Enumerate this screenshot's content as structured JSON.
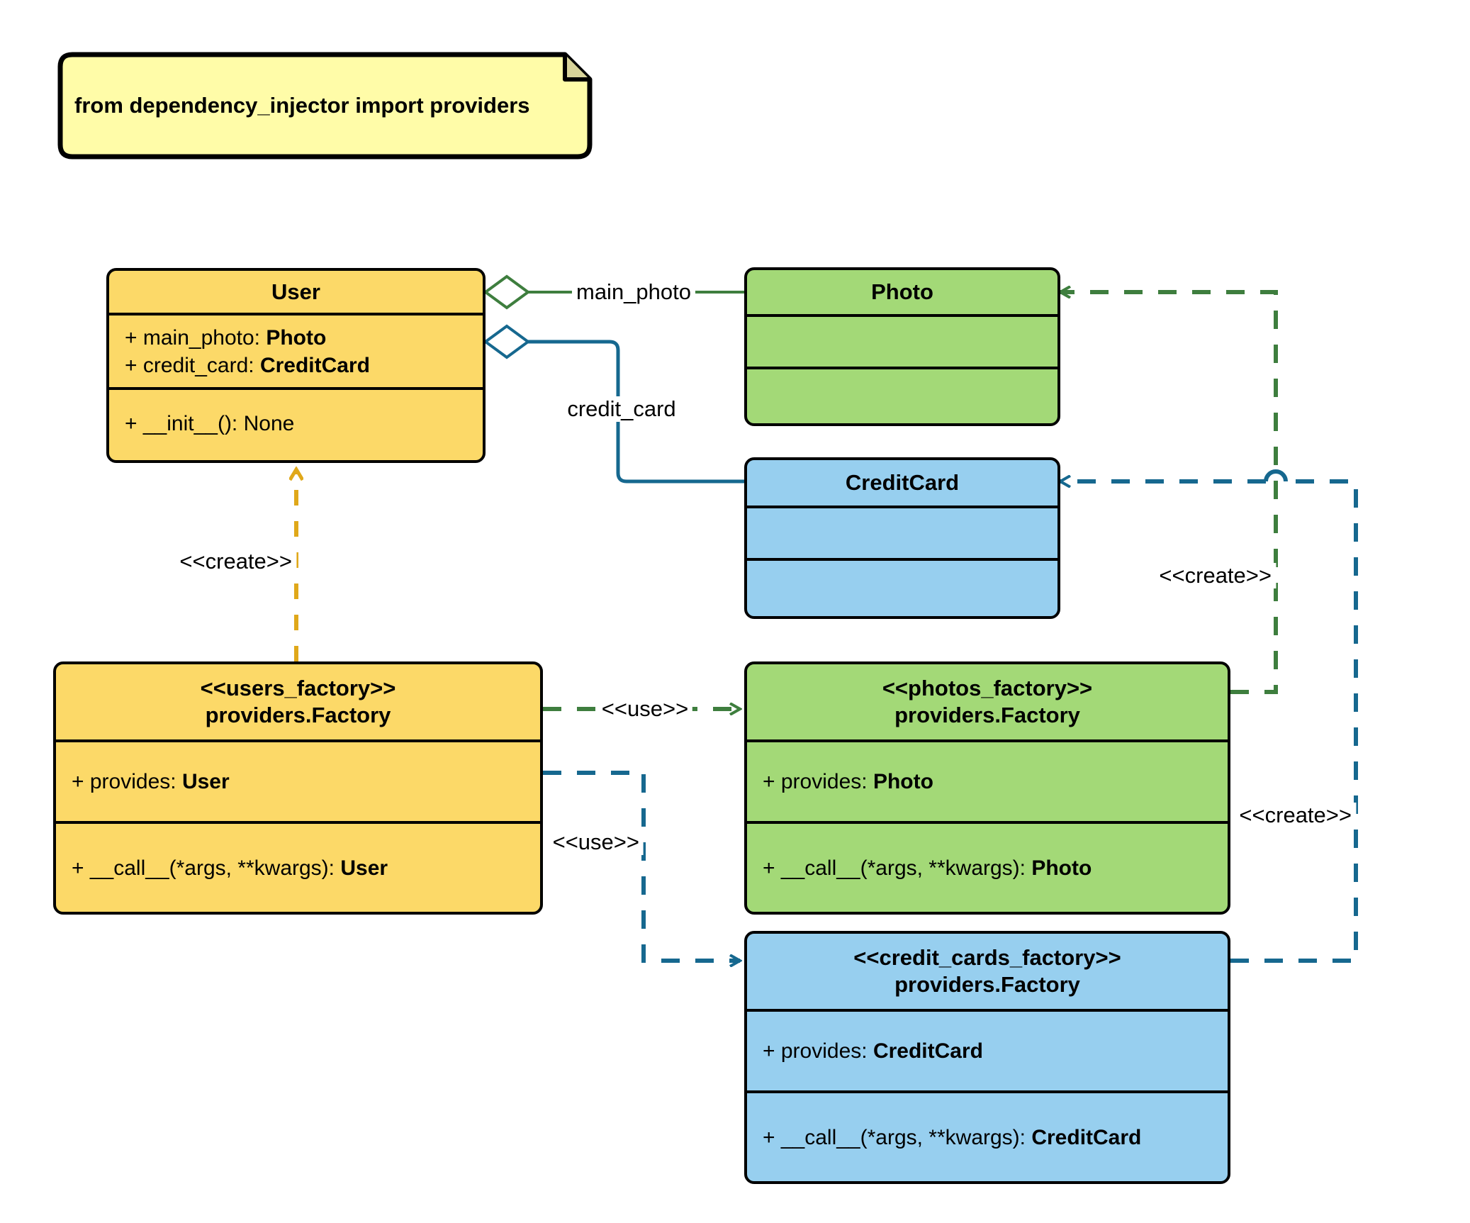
{
  "diagram": {
    "kind": "uml-class-diagram",
    "background": "#ffffff",
    "palette": {
      "yellow_fill": "#FCD968",
      "green_fill": "#A3D977",
      "blue_fill": "#97CFEF",
      "note_fill": "#FFFCA8",
      "yellow_line": "#E0A81A",
      "green_line": "#3E7E3E",
      "blue_line": "#16688F",
      "outline": "#000000"
    }
  },
  "note": {
    "text": "from dependency_injector import providers"
  },
  "classes": {
    "user": {
      "title": "User",
      "stereotype": "",
      "attributes": [
        {
          "prefix": "+ ",
          "name": "main_photo: ",
          "type": "Photo"
        },
        {
          "prefix": "+ ",
          "name": "credit_card: ",
          "type": "CreditCard"
        }
      ],
      "methods": [
        {
          "prefix": "+ ",
          "name": "__init__(): None",
          "type": ""
        }
      ]
    },
    "photo": {
      "title": "Photo",
      "stereotype": "",
      "attributes": [],
      "methods": []
    },
    "credit_card": {
      "title": "CreditCard",
      "stereotype": "",
      "attributes": [],
      "methods": []
    },
    "users_factory": {
      "stereotype": "<<users_factory>>",
      "title": "providers.Factory",
      "attributes": [
        {
          "prefix": "+ ",
          "name": "provides: ",
          "type": "User"
        }
      ],
      "methods": [
        {
          "prefix": "+ ",
          "name": "__call__(*args, **kwargs): ",
          "type": "User"
        }
      ]
    },
    "photos_factory": {
      "stereotype": "<<photos_factory>>",
      "title": "providers.Factory",
      "attributes": [
        {
          "prefix": "+ ",
          "name": "provides: ",
          "type": "Photo"
        }
      ],
      "methods": [
        {
          "prefix": "+ ",
          "name": "__call__(*args, **kwargs): ",
          "type": "Photo"
        }
      ]
    },
    "credit_cards_factory": {
      "stereotype": "<<credit_cards_factory>>",
      "title": "providers.Factory",
      "attributes": [
        {
          "prefix": "+ ",
          "name": "provides: ",
          "type": "CreditCard"
        }
      ],
      "methods": [
        {
          "prefix": "+ ",
          "name": "__call__(*args, **kwargs): ",
          "type": "CreditCard"
        }
      ]
    }
  },
  "relations": {
    "user_main_photo": {
      "label": "main_photo",
      "kind": "aggregation",
      "color": "#3E7E3E"
    },
    "user_credit_card": {
      "label": "credit_card",
      "kind": "aggregation",
      "color": "#16688F"
    },
    "users_factory_creates_user": {
      "label": "<<create>>",
      "kind": "dependency",
      "color": "#E0A81A"
    },
    "users_factory_uses_photos_factory": {
      "label": "<<use>>",
      "kind": "dependency",
      "color": "#3E7E3E"
    },
    "users_factory_uses_credit_cards_factory": {
      "label": "<<use>>",
      "kind": "dependency",
      "color": "#16688F"
    },
    "photos_factory_creates_photo": {
      "label": "<<create>>",
      "kind": "dependency",
      "color": "#3E7E3E"
    },
    "credit_cards_factory_creates_credit_card": {
      "label": "<<create>>",
      "kind": "dependency",
      "color": "#16688F"
    }
  }
}
